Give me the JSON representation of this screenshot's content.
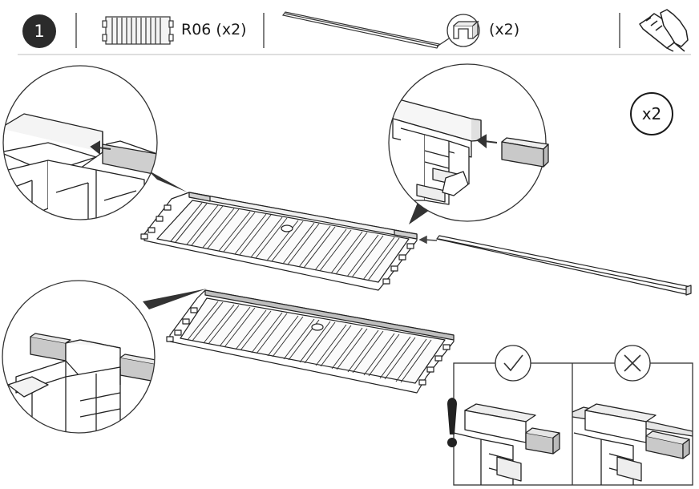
{
  "header": {
    "step_number": "1",
    "panel_part": {
      "label": "R06 (x2)",
      "icon": "fence-panel-icon"
    },
    "rail_part": {
      "label": "(x2)",
      "icon": "metal-rail-icon"
    },
    "gloves_icon": "gloves-icon"
  },
  "main": {
    "multiplier": "x2"
  },
  "comparison": {
    "correct_icon": "check-icon",
    "incorrect_icon": "cross-icon",
    "warning_icon": "exclamation-icon"
  }
}
